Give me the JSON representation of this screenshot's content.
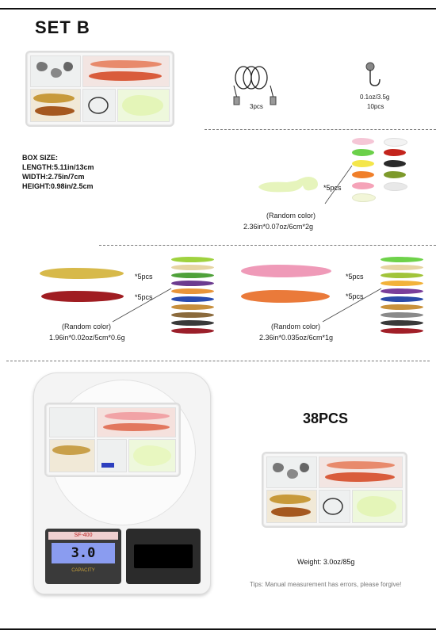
{
  "title": "SET B",
  "box_size": {
    "heading": "BOX SIZE:",
    "length": "LENGTH:5.11in/13cm",
    "width": "WIDTH:2.75in/7cm",
    "height": "HEIGHT:0.98in/2.5cm"
  },
  "leaders": {
    "count": "3pcs"
  },
  "jigs": {
    "weight": "0.1oz/3.5g",
    "count": "10pcs"
  },
  "curly_tail": {
    "count": "*5pcs",
    "color_note": "(Random color)",
    "spec": "2.36in*0.07oz/6cm*2g"
  },
  "shad_small": {
    "count_a": "*5pcs",
    "count_b": "*5pcs",
    "color_note": "(Random color)",
    "spec": "1.96in*0.02oz/5cm*0.6g"
  },
  "shad_large": {
    "count_a": "*5pcs",
    "count_b": "*5pcs",
    "color_note": "(Random color)",
    "spec": "2.36in*0.035oz/6cm*1g"
  },
  "scale": {
    "brand": "SF-400",
    "reading": "3.0",
    "capacity": "CAPACITY"
  },
  "total": "38PCS",
  "weight": "Weight: 3.0oz/85g",
  "tips": "Tips: Manual measurement has errors, please forgive!"
}
